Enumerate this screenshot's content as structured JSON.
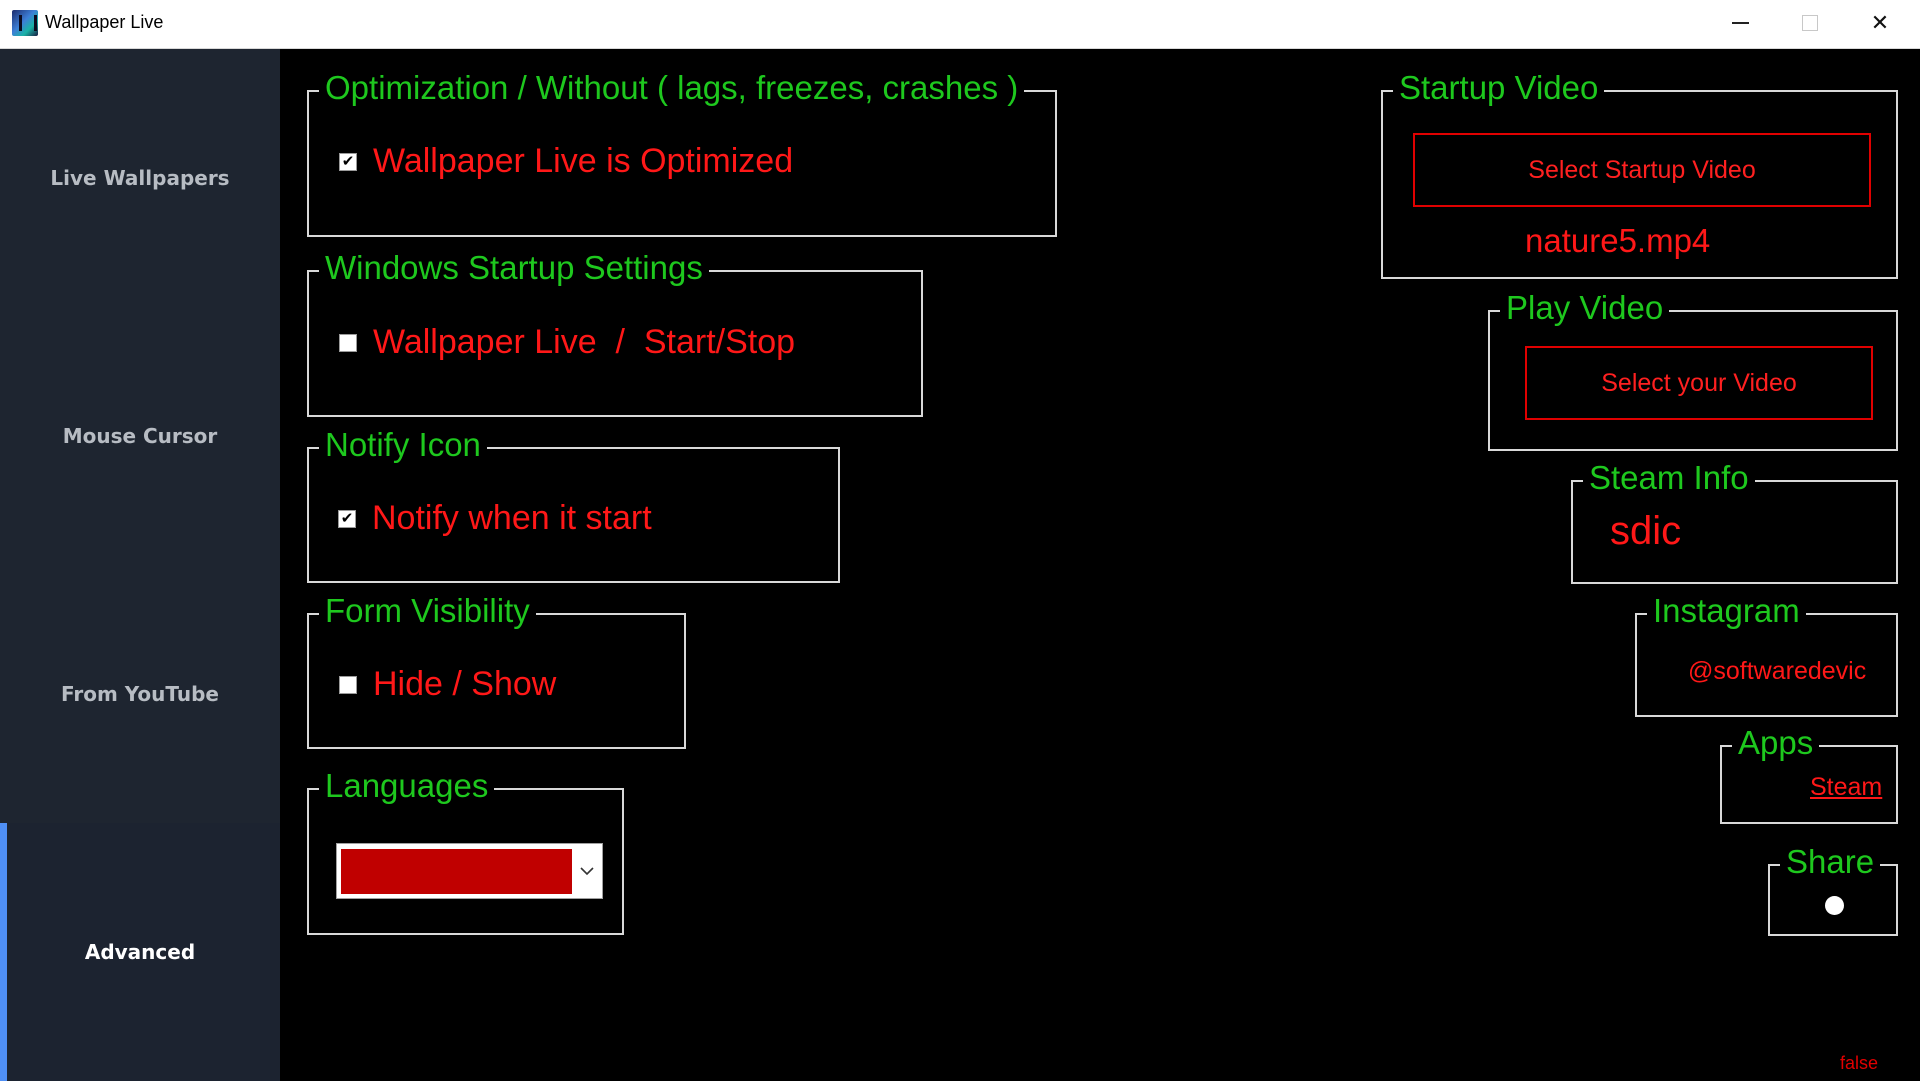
{
  "window": {
    "title": "Wallpaper Live",
    "icon": "wallpaper-live-app-icon",
    "controls": [
      "minimize-icon",
      "maximize-icon",
      "close-icon"
    ],
    "close_glyph": "✕"
  },
  "sidebar": {
    "items": [
      {
        "label": "Live Wallpapers",
        "active": false
      },
      {
        "label": "Mouse Cursor",
        "active": false
      },
      {
        "label": "From YouTube",
        "active": false
      },
      {
        "label": "Advanced",
        "active": true
      }
    ],
    "accent": "#4f8ff5"
  },
  "optimization": {
    "title": "Optimization / Without ( lags, freezes, crashes )",
    "checkbox_label": "Wallpaper Live is Optimized",
    "checked": true
  },
  "startup_settings": {
    "title": "Windows Startup Settings",
    "checkbox_label": "Wallpaper Live  /  Start/Stop",
    "checked": false
  },
  "notify_icon": {
    "title": "Notify Icon",
    "checkbox_label": "Notify when it start",
    "checked": true
  },
  "form_visibility": {
    "title": "Form Visibility",
    "checkbox_label": "Hide / Show",
    "checked": false
  },
  "languages": {
    "title": "Languages",
    "selected_value": ""
  },
  "startup_video": {
    "title": "Startup Video",
    "button_label": "Select Startup Video",
    "file_name": "nature5.mp4"
  },
  "play_video": {
    "title": "Play Video",
    "button_label": "Select your Video"
  },
  "steam_info": {
    "title": "Steam Info",
    "value": "sdic"
  },
  "instagram": {
    "title": "Instagram",
    "handle": "@softwaredevic"
  },
  "apps": {
    "title": "Apps",
    "link_label": "Steam"
  },
  "share": {
    "title": "Share"
  },
  "status": {
    "text": "false"
  },
  "colors": {
    "background": "#000000",
    "group_title": "#1ec81e",
    "accent_red": "#ff1818",
    "sidebar": "#1e2530"
  },
  "check_glyph": "✔"
}
